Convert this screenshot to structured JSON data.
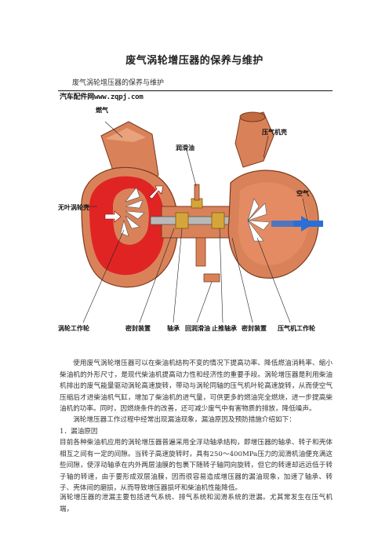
{
  "document": {
    "title": "废气涡轮增压器的保养与维护",
    "subtitle": "废气涡轮增压器的保养与维护"
  },
  "figure": {
    "watermark": "汽车配件网www.zqpj.com",
    "labels": {
      "fuel": "燃气",
      "lube_oil": "润滑油",
      "compressor_casing": "压气机壳",
      "vaneless_turbine": "无叶涡轮壳",
      "air": "空气",
      "turbine_wheel": "涡轮工作轮",
      "seal_left": "密封装置",
      "bearing": "轴承",
      "oil_return": "回润滑油",
      "thrust_bearing": "止推轴承",
      "seal_right": "密封装置",
      "compressor_wheel": "压气机工作轮"
    },
    "colors": {
      "casing": "#d9825a",
      "red_chamber": "#e02424",
      "blue_flow": "#2a6fd6",
      "gold": "#d6a53a",
      "metal": "#b9b9b9"
    }
  },
  "body": {
    "para1": "使用废气涡轮增压器可以在柴油机结构不变的情况下提高功率、降低燃油消耗率、缩小柴油机的外形尺寸，是现代柴油机提高动力性和经济性的重要手段。涡轮增压器是利用柴油机排出的废气能量驱动涡轮高速旋转，带动与涡轮同轴的压气机叶轮高速旋转，从而使空气压缩后才进柴油机气缸，增加了柴油机的进气量，可供更多的燃油完全燃烧，进一步提高柴油机的功率。同时，因燃烧条件的改善，还可减少废气中有害物质的排放，降低噪声。",
    "para2": "涡轮增压器工作过程中经常出现漏油现象，漏油原因及预防措施介绍如下：",
    "section1": "1．漏油原因",
    "para3": "目前各种柴油机应用的涡轮增压器普遍采用全浮动轴承结构，即增压器的轴承、转子和壳体相互之间有一定的间隙。当转子高速旋转时，具有250～400MPa压力的润滑机油便充满这些间隙，使浮动轴承在内外两层油膜的包裹下随转子轴同向旋转，但它的转速却远远低于转子轴的转速，由于要形成双层油膜，因而很容易造成增压器的漏油现象，加速了轴承、转子、壳体间的磨损，从而导致增压器损坏和柴油机性能降低。",
    "para4": "涡轮增压器的泄漏主要包括进气系统、排气系统和润滑系统的泄漏。尤其常发生在压气机端，"
  }
}
